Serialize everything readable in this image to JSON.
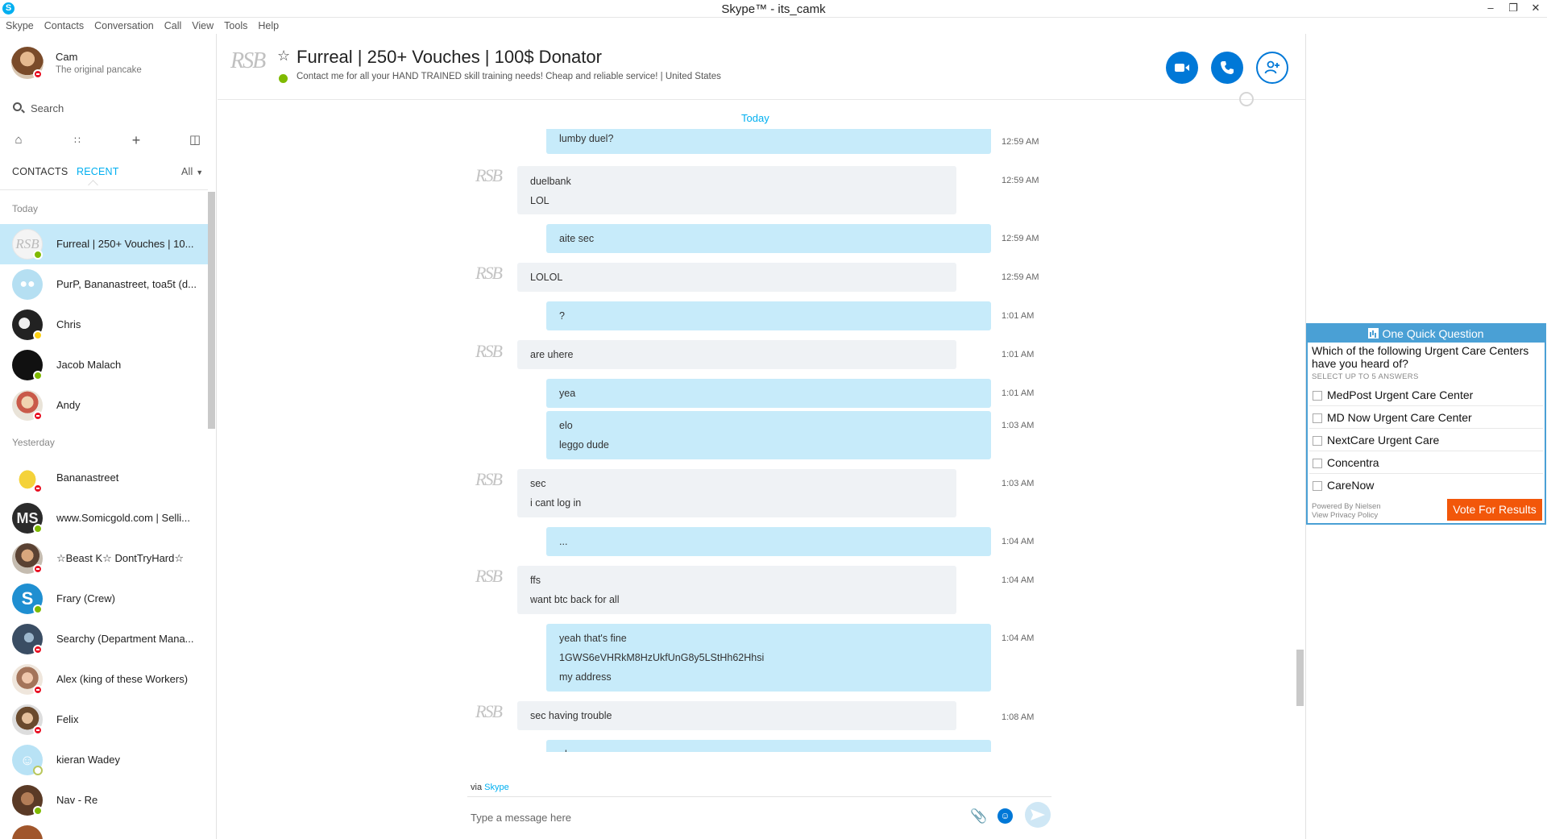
{
  "window": {
    "title": "Skype™ - its_camk",
    "app_icon": "S"
  },
  "menu": [
    "Skype",
    "Contacts",
    "Conversation",
    "Call",
    "View",
    "Tools",
    "Help"
  ],
  "profile": {
    "name": "Cam",
    "mood": "The original pancake"
  },
  "search": {
    "placeholder": "Search"
  },
  "tabs": {
    "contacts": "CONTACTS",
    "recent": "RECENT",
    "filter": "All"
  },
  "sections": {
    "today": "Today",
    "yesterday": "Yesterday"
  },
  "recent_today": [
    {
      "name": "Furreal | 250+ Vouches | 10...",
      "status": "online"
    },
    {
      "name": "PurP, Bananastreet, toa5t (d...",
      "status": ""
    },
    {
      "name": "Chris",
      "status": "away"
    },
    {
      "name": "Jacob Malach",
      "status": "online"
    },
    {
      "name": "Andy",
      "status": "busy"
    }
  ],
  "recent_yesterday": [
    {
      "name": "Bananastreet",
      "status": "busy"
    },
    {
      "name": "www.Somicgold.com  | Selli...",
      "status": "online"
    },
    {
      "name": "☆Beast K☆ DontTryHard☆",
      "status": "busy"
    },
    {
      "name": "Frary (Crew)",
      "status": "online"
    },
    {
      "name": "Searchy (Department Mana...",
      "status": "busy"
    },
    {
      "name": "Alex (king of these Workers)",
      "status": "busy"
    },
    {
      "name": "Felix",
      "status": "busy"
    },
    {
      "name": "kieran Wadey",
      "status": "offline"
    },
    {
      "name": "Nav - Re",
      "status": "online"
    }
  ],
  "conversation": {
    "logo": "RSB",
    "title": "Furreal | 250+ Vouches | 100$ Donator",
    "subtitle": "Contact me for all your HAND TRAINED skill training needs! Cheap and reliable service!  |  United States",
    "date_label": "Today"
  },
  "messages": [
    {
      "dir": "out",
      "lines": [
        "lumby duel?"
      ],
      "time": "12:59 AM"
    },
    {
      "dir": "in",
      "lines": [
        "duelbank",
        "LOL"
      ],
      "time": "12:59 AM"
    },
    {
      "dir": "out",
      "lines": [
        "aite sec"
      ],
      "time": "12:59 AM"
    },
    {
      "dir": "in",
      "lines": [
        "LOLOL"
      ],
      "time": "12:59 AM"
    },
    {
      "dir": "out",
      "lines": [
        "?"
      ],
      "time": "1:01 AM"
    },
    {
      "dir": "in",
      "lines": [
        "are uhere"
      ],
      "time": "1:01 AM"
    },
    {
      "dir": "out",
      "lines": [
        "yea"
      ],
      "time": "1:01 AM"
    },
    {
      "dir": "out",
      "lines": [
        "elo",
        "leggo dude"
      ],
      "time": "1:03 AM"
    },
    {
      "dir": "in",
      "lines": [
        "sec",
        "i cant log in"
      ],
      "time": "1:03 AM"
    },
    {
      "dir": "out",
      "lines": [
        "..."
      ],
      "time": "1:04 AM"
    },
    {
      "dir": "in",
      "lines": [
        "ffs",
        "want btc back for all"
      ],
      "time": "1:04 AM"
    },
    {
      "dir": "out",
      "lines": [
        "yeah that's fine",
        "1GWS6eVHRkM8HzUkfUnG8y5LStHh62Hhsi",
        "my address"
      ],
      "time": "1:04 AM"
    },
    {
      "dir": "in",
      "lines": [
        "sec having trouble"
      ],
      "time": "1:08 AM"
    },
    {
      "dir": "out",
      "lines": [
        "ok"
      ],
      "time": ""
    }
  ],
  "composer": {
    "via": "via",
    "via_link": "Skype",
    "placeholder": "Type a message here"
  },
  "poll": {
    "header": "One Quick Question",
    "question": "Which of the following Urgent Care Centers have you heard of?",
    "hint": "SELECT UP TO 5 ANSWERS",
    "options": [
      "MedPost Urgent Care Center",
      "MD Now Urgent Care Center",
      "NextCare Urgent Care",
      "Concentra",
      "CareNow"
    ],
    "powered": "Powered By Nielsen",
    "privacy": "View Privacy Policy",
    "button": "Vote For Results"
  },
  "colors": {
    "accent": "#00aff0",
    "call_blue": "#0078d7",
    "out_bubble": "#c7ebfa",
    "in_bubble": "#eff2f5",
    "poll_blue": "#4aa0d5",
    "poll_button": "#f2570a"
  }
}
